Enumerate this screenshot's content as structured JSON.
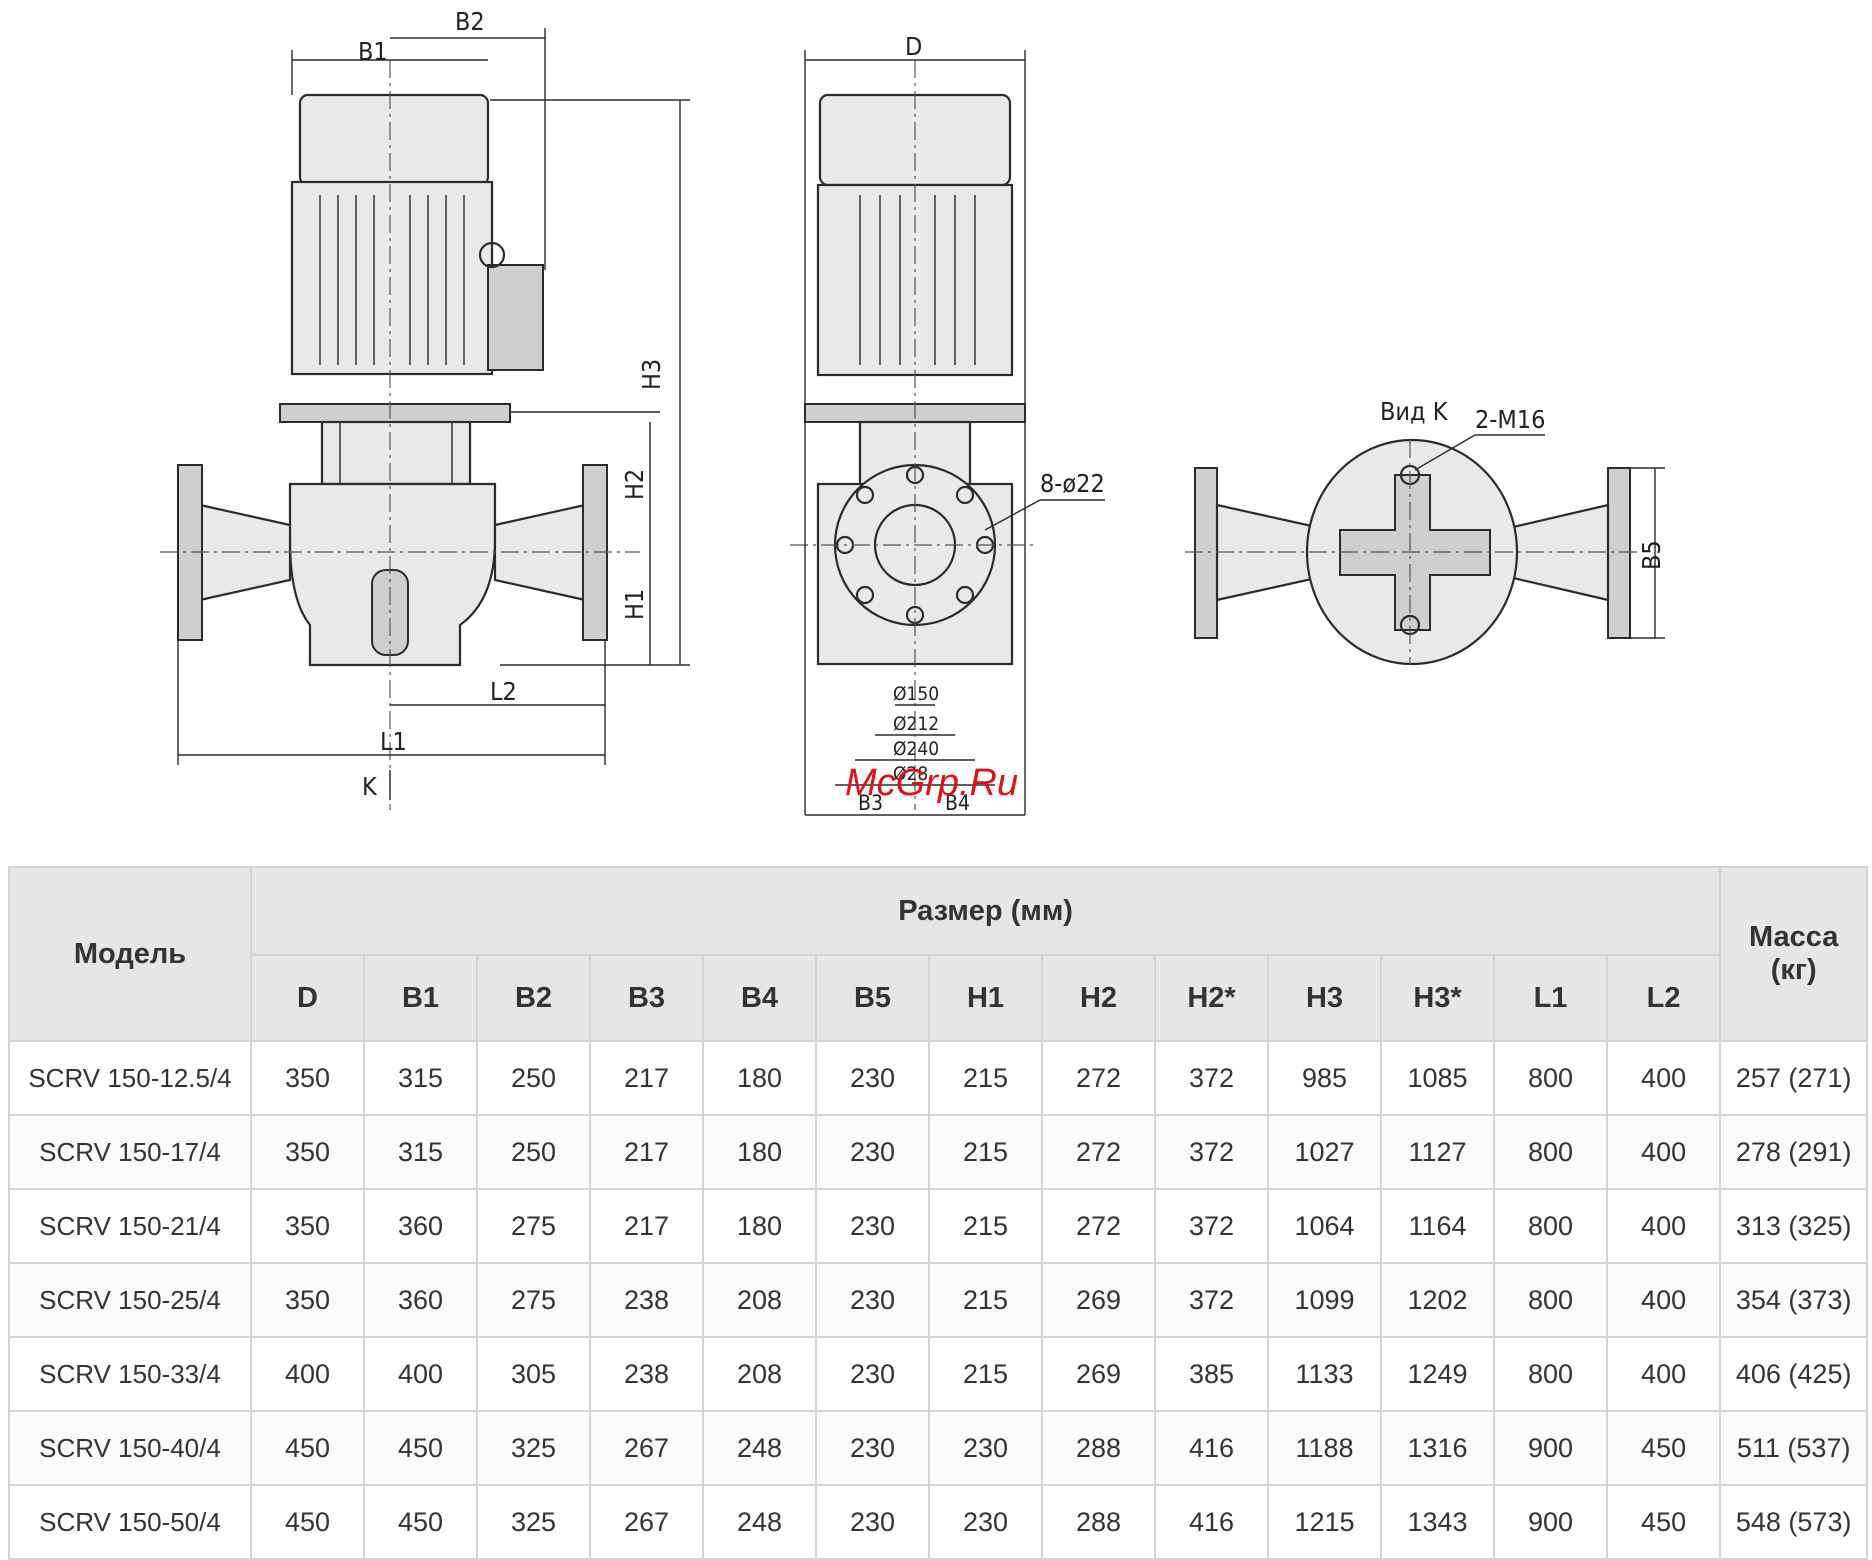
{
  "drawing": {
    "labels": {
      "B1": "B1",
      "B2": "B2",
      "H3": "H3",
      "H2": "H2",
      "H1": "H1",
      "L1": "L1",
      "L2": "L2",
      "K": "K",
      "D": "D",
      "holes": "8-ø22",
      "d150": "Ø150",
      "d212": "Ø212",
      "d240": "Ø240",
      "d28x": "Ø28",
      "B3": "B3",
      "B4": "B4",
      "vid_k": "Вид K",
      "bolts": "2-M16",
      "B5": "B5"
    },
    "watermark": "McGrp.Ru"
  },
  "table": {
    "model_header": "Модель",
    "size_header": "Размер (мм)",
    "mass_header": "Масса (кг)",
    "columns": [
      "D",
      "B1",
      "B2",
      "B3",
      "B4",
      "B5",
      "H1",
      "H2",
      "H2*",
      "H3",
      "H3*",
      "L1",
      "L2"
    ],
    "rows": [
      {
        "model": "SCRV 150-12.5/4",
        "values": [
          "350",
          "315",
          "250",
          "217",
          "180",
          "230",
          "215",
          "272",
          "372",
          "985",
          "1085",
          "800",
          "400"
        ],
        "mass": "257 (271)"
      },
      {
        "model": "SCRV 150-17/4",
        "values": [
          "350",
          "315",
          "250",
          "217",
          "180",
          "230",
          "215",
          "272",
          "372",
          "1027",
          "1127",
          "800",
          "400"
        ],
        "mass": "278 (291)"
      },
      {
        "model": "SCRV 150-21/4",
        "values": [
          "350",
          "360",
          "275",
          "217",
          "180",
          "230",
          "215",
          "272",
          "372",
          "1064",
          "1164",
          "800",
          "400"
        ],
        "mass": "313 (325)"
      },
      {
        "model": "SCRV 150-25/4",
        "values": [
          "350",
          "360",
          "275",
          "238",
          "208",
          "230",
          "215",
          "269",
          "372",
          "1099",
          "1202",
          "800",
          "400"
        ],
        "mass": "354 (373)"
      },
      {
        "model": "SCRV 150-33/4",
        "values": [
          "400",
          "400",
          "305",
          "238",
          "208",
          "230",
          "215",
          "269",
          "385",
          "1133",
          "1249",
          "800",
          "400"
        ],
        "mass": "406 (425)"
      },
      {
        "model": "SCRV 150-40/4",
        "values": [
          "450",
          "450",
          "325",
          "267",
          "248",
          "230",
          "230",
          "288",
          "416",
          "1188",
          "1316",
          "900",
          "450"
        ],
        "mass": "511 (537)"
      },
      {
        "model": "SCRV 150-50/4",
        "values": [
          "450",
          "450",
          "325",
          "267",
          "248",
          "230",
          "230",
          "288",
          "416",
          "1215",
          "1343",
          "900",
          "450"
        ],
        "mass": "548 (573)"
      }
    ]
  }
}
